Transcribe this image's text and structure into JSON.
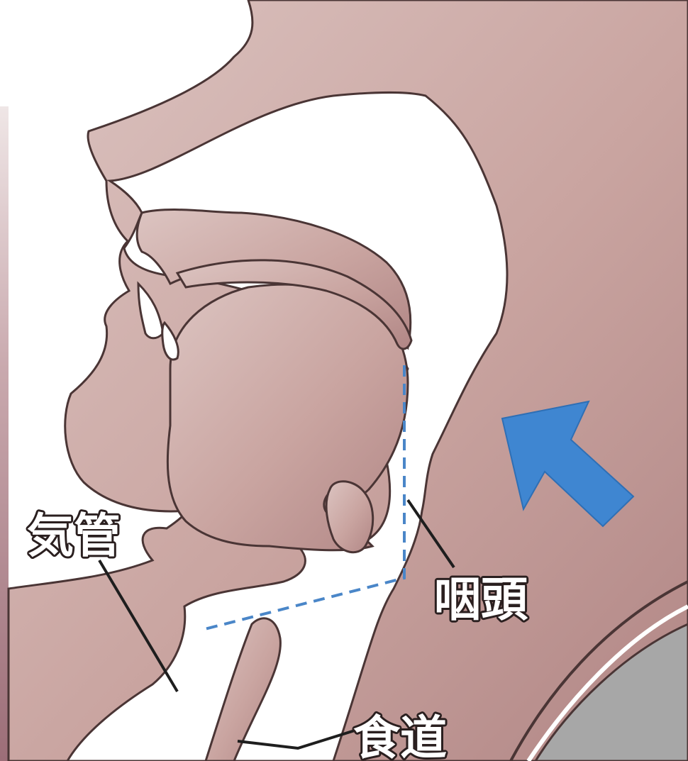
{
  "labels": {
    "trachea": "気管",
    "pharynx": "咽頭",
    "esophagus": "食道"
  },
  "colors": {
    "skin": "#c9a5a0",
    "skin_dark": "#b08784",
    "outline": "#4a3535",
    "airway": "#ffffff",
    "pillow": "#a9a9a9",
    "arrow": "#3f86d1",
    "dashed_line": "#4a86c8",
    "left_strip": "#b8939a"
  },
  "icons": {
    "direction_arrow": "arrow-up-left-icon"
  }
}
